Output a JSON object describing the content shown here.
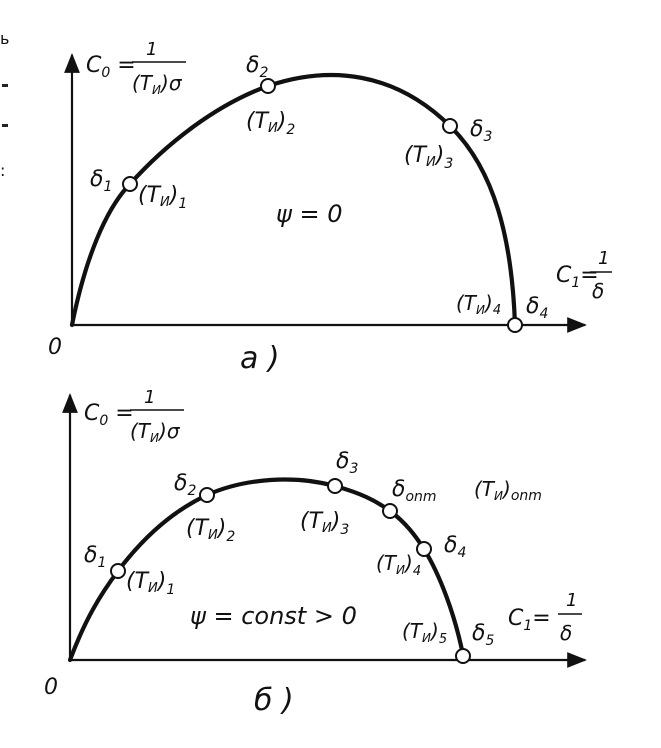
{
  "panels": [
    {
      "id": "a",
      "caption": "a )",
      "psi_text": "ψ = 0",
      "origin_label": "0",
      "y_axis_label": {
        "lhs": "C",
        "sub": "0",
        "num": "1",
        "den": "(T",
        "den_sub": "И",
        "den_tail": ")σ"
      },
      "x_axis_label": {
        "lhs": "C",
        "sub": "1",
        "num": "1",
        "den": "δ"
      },
      "points": [
        {
          "delta": "δ",
          "delta_sub": "1",
          "t_label": "(T",
          "t_sub": "И",
          "t_idx": "1"
        },
        {
          "delta": "δ",
          "delta_sub": "2",
          "t_label": "(T",
          "t_sub": "И",
          "t_idx": "2"
        },
        {
          "delta": "δ",
          "delta_sub": "3",
          "t_label": "(T",
          "t_sub": "И",
          "t_idx": "3"
        },
        {
          "delta": "δ",
          "delta_sub": "4",
          "t_label": "(T",
          "t_sub": "И",
          "t_idx": "4"
        }
      ]
    },
    {
      "id": "b",
      "caption": "б )",
      "psi_text": "ψ = const > 0",
      "origin_label": "0",
      "y_axis_label": {
        "lhs": "C",
        "sub": "0",
        "num": "1",
        "den": "(T",
        "den_sub": "И",
        "den_tail": ")σ"
      },
      "x_axis_label": {
        "lhs": "C",
        "sub": "1",
        "num": "1",
        "den": "δ"
      },
      "points": [
        {
          "delta": "δ",
          "delta_sub": "1",
          "t_label": "(T",
          "t_sub": "И",
          "t_idx": "1"
        },
        {
          "delta": "δ",
          "delta_sub": "2",
          "t_label": "(T",
          "t_sub": "И",
          "t_idx": "2"
        },
        {
          "delta": "δ",
          "delta_sub": "3",
          "t_label": "(T",
          "t_sub": "И",
          "t_idx": "3"
        },
        {
          "delta": "δ",
          "delta_sub": "onm",
          "t_label": "(T",
          "t_sub": "И",
          "t_idx": "onm"
        },
        {
          "delta": "δ",
          "delta_sub": "4",
          "t_label": "(T",
          "t_sub": "И",
          "t_idx": "4"
        },
        {
          "delta": "δ",
          "delta_sub": "5",
          "t_label": "(T",
          "t_sub": "И",
          "t_idx": "5"
        }
      ]
    }
  ]
}
